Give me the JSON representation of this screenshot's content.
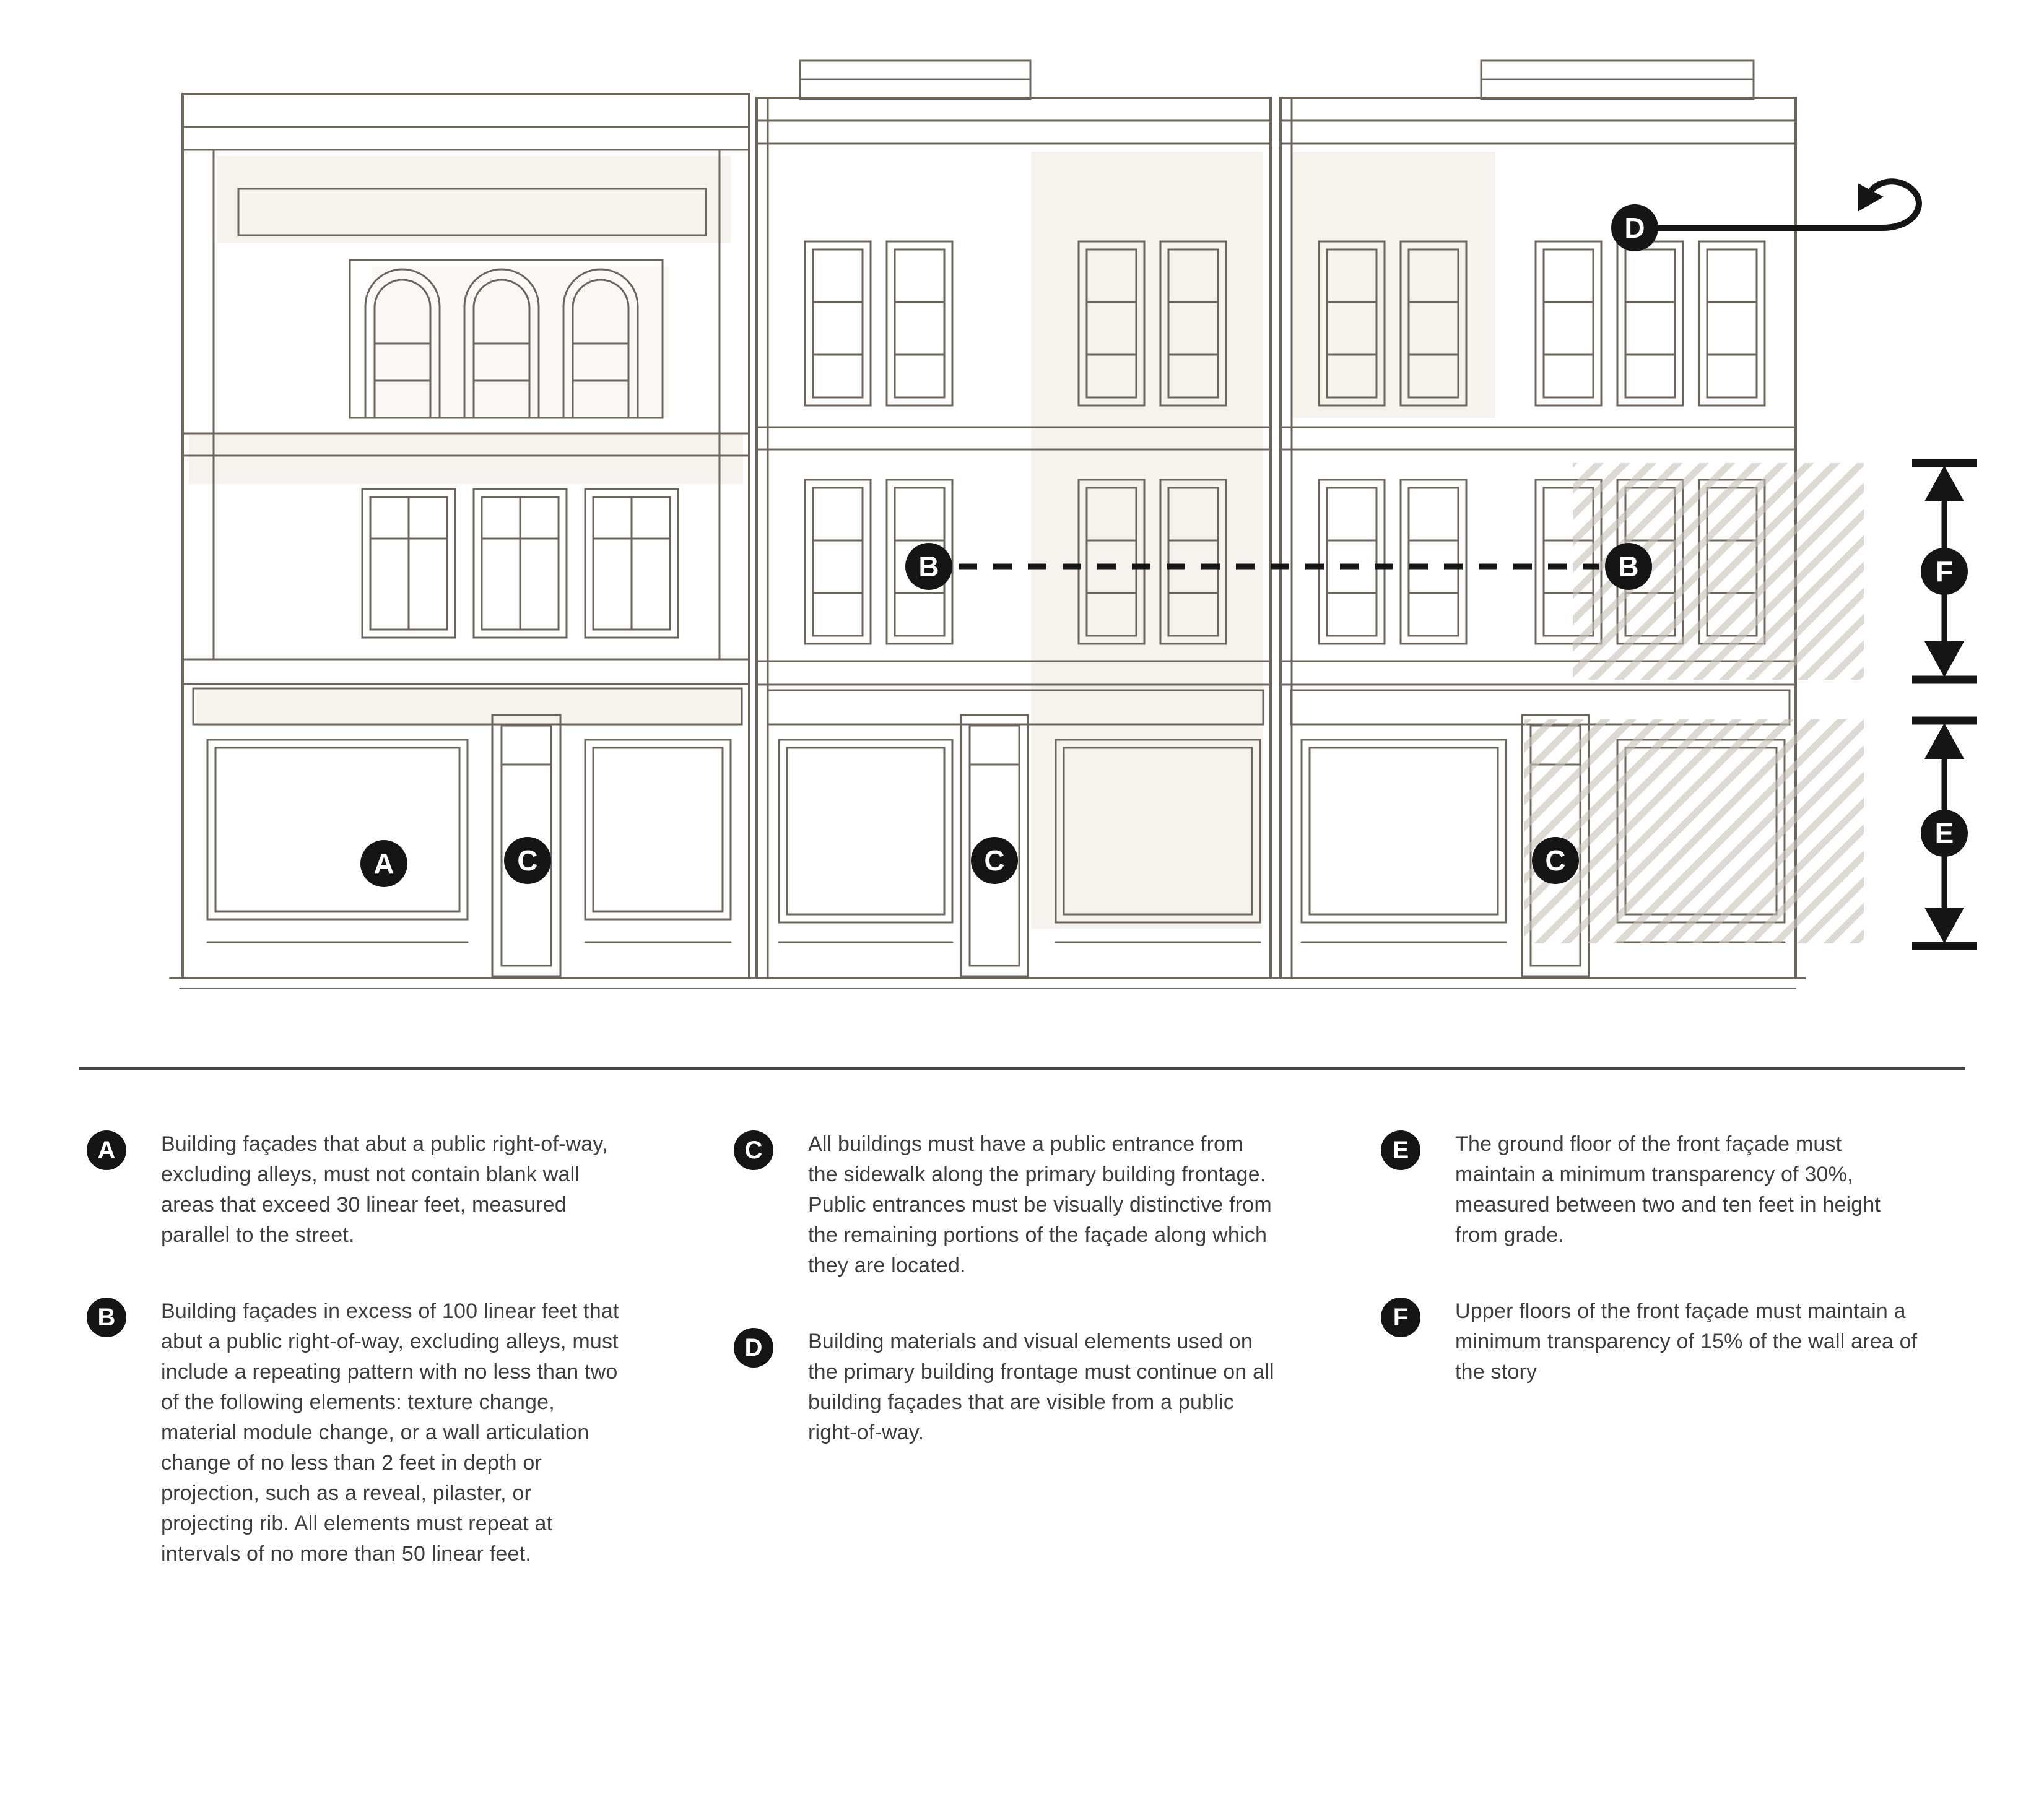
{
  "colors": {
    "ink": "#151515",
    "sketch_line": "#6b655c",
    "hatch": "#c6c1b8",
    "wall_tint": "#f3efe8",
    "text": "#3d3d3d"
  },
  "sketch": {
    "markers": [
      {
        "letter": "A"
      },
      {
        "letter": "C"
      },
      {
        "letter": "B"
      },
      {
        "letter": "C"
      },
      {
        "letter": "B"
      },
      {
        "letter": "C"
      },
      {
        "letter": "D"
      },
      {
        "letter": "F"
      },
      {
        "letter": "E"
      }
    ]
  },
  "legend": {
    "columns": [
      {
        "items": [
          {
            "letter": "A",
            "text": "Building façades that abut a public right-of-way, excluding alleys, must not contain blank wall areas that exceed 30 linear feet, measured parallel to the street."
          },
          {
            "letter": "B",
            "text": "Building façades in excess of 100 linear feet that abut a public right-of-way, excluding alleys, must include a repeating pattern with no less than two of the following elements: texture change, material module change, or a wall articulation change of no less than 2 feet in depth or projection, such as a reveal, pilaster, or projecting rib. All elements must repeat at intervals of no more than 50 linear feet."
          }
        ]
      },
      {
        "items": [
          {
            "letter": "C",
            "text": "All buildings must have a public entrance from the sidewalk along the primary building frontage. Public entrances must be visually distinctive from the remaining portions of the façade along which they are located."
          },
          {
            "letter": "D",
            "text": "Building materials and visual elements used on the primary building frontage must continue on all building façades that are visible from a public right-of-way."
          }
        ]
      },
      {
        "items": [
          {
            "letter": "E",
            "text": "The ground floor of the front façade must maintain a minimum transparency of 30%, measured between two and ten feet in height from grade."
          },
          {
            "letter": "F",
            "text": "Upper floors of the front façade must maintain a minimum transparency of 15% of the wall area of the story"
          }
        ]
      }
    ]
  }
}
